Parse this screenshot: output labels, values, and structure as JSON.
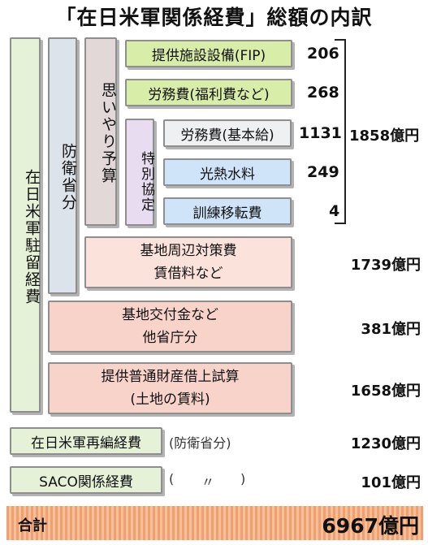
{
  "title": "「在日米軍関係経費」総額の内訳",
  "vertical_labels": {
    "col1": "在日米軍駐留経費",
    "col2": "防衛省分",
    "col3": "思いやり予算",
    "col4": "特別協定"
  },
  "items": {
    "fip": {
      "label": "提供施設設備(FIP)",
      "value": "206"
    },
    "welfare": {
      "label": "労務費(福利費など)",
      "value": "268"
    },
    "basic_pay": {
      "label": "労務費(基本給)",
      "value": "1131"
    },
    "utilities": {
      "label": "光熱水料",
      "value": "249"
    },
    "training": {
      "label": "訓練移転費",
      "value": "4"
    },
    "base_measures": {
      "line1": "基地周辺対策費",
      "line2": "賃借料など",
      "value": "1739億円"
    },
    "base_grants": {
      "line1": "基地交付金など",
      "line2": "他省庁分",
      "value": "381億円"
    },
    "property": {
      "line1": "提供普通財産借上試算",
      "line2": "(土地の賃料)",
      "value": "1658億円"
    },
    "realignment": {
      "label": "在日米軍再編経費",
      "note": "(防衛省分)",
      "value": "1230億円"
    },
    "saco": {
      "label": "SACO関係経費",
      "note_open": "(",
      "note_ditto": "〃",
      "note_close": ")",
      "value": "101億円"
    }
  },
  "subtotal": "1858億円",
  "total": {
    "label": "合計",
    "value": "6967億円"
  },
  "colors": {
    "green": "#d8eda8",
    "pink": "#f7d3ca",
    "light_pink": "#fbe3dc",
    "gray_blue": "#dde3ea",
    "mauve": "#e2d8d8",
    "lavender": "#e8dcf0",
    "pale": "#eef0f2",
    "blue": "#cfe4f8",
    "green_bg": "#e6f2d8",
    "total": "#f0a06e"
  }
}
